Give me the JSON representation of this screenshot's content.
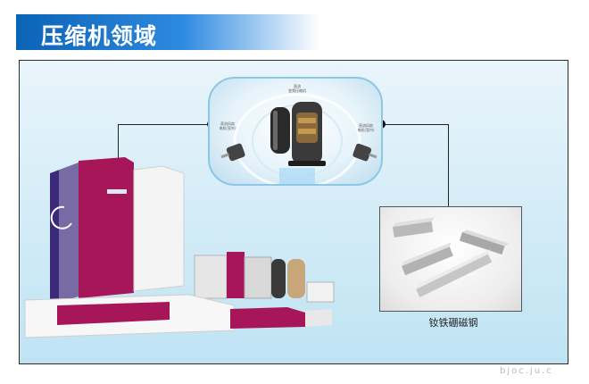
{
  "header": {
    "title": "压缩机领域"
  },
  "compressor_bubble": {
    "labels": {
      "top": "直流\n变频压缩机",
      "left": "直流风扇\n电机(室外)",
      "right": "直流风扇\n电机(室内)"
    }
  },
  "magnet_panel": {
    "caption": "钕铁硼磁钢"
  },
  "watermark": {
    "text": "bjoc.ju.c"
  },
  "colors": {
    "title_blue": "#0a63b5",
    "panel_bg": "#cfeaf6",
    "appliance_magenta": "#a8165a",
    "appliance_purple": "#3b2a7a"
  }
}
